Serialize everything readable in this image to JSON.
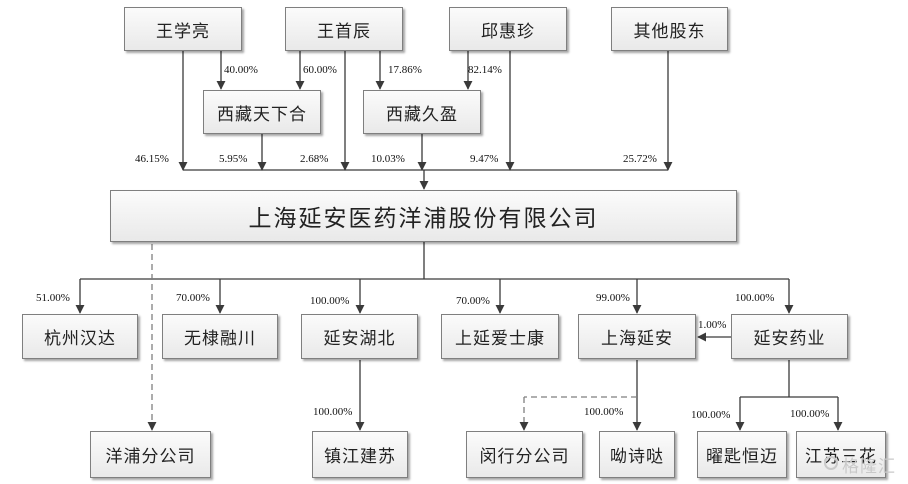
{
  "entities": {
    "wang_xueliang": "王学亮",
    "wang_shouchen": "王首辰",
    "qiu_huizhen": "邱惠珍",
    "other_holders": "其他股东",
    "xizang_tianxiahe": "西藏天下合",
    "xizang_jiuying": "西藏久盈",
    "main_company": "上海延安医药洋浦股份有限公司",
    "hangzhou_handa": "杭州汉达",
    "wudi_rongchuan": "无棣融川",
    "yanan_hubei": "延安湖北",
    "shangyan_aishikang": "上延爱士康",
    "shanghai_yanan": "上海延安",
    "yanan_yaoye": "延安药业",
    "yangpu_branch": "洋浦分公司",
    "zhenjiang_jiansu": "镇江建苏",
    "minhang_branch": "闵行分公司",
    "youshida": "呦诗哒",
    "yaoshi_hengmai": "曜匙恒迈",
    "jiangsu_sanhua": "江苏三花"
  },
  "percentages": {
    "wang_xueliang_to_main": "46.15%",
    "wang_xueliang_to_tianxiahe": "40.00%",
    "wang_shouchen_to_tianxiahe": "60.00%",
    "wang_shouchen_to_jiuying": "17.86%",
    "qiu_huizhen_to_jiuying": "82.14%",
    "tianxiahe_to_main": "5.95%",
    "wang_shouchen_to_main": "2.68%",
    "jiuying_to_main": "10.03%",
    "qiu_huizhen_to_main": "9.47%",
    "other_to_main": "25.72%",
    "main_to_handa": "51.00%",
    "main_to_rongchuan": "70.00%",
    "main_to_hubei": "100.00%",
    "main_to_aishikang": "70.00%",
    "main_to_shanghai_yanan": "99.00%",
    "main_to_yaoye": "100.00%",
    "yaoye_to_shanghai_yanan": "1.00%",
    "hubei_to_zhenjiang": "100.00%",
    "shanghai_yanan_to_youshida": "100.00%",
    "yaoye_to_hengmai": "100.00%",
    "yaoye_to_sanhua": "100.00%"
  },
  "watermark": "格隆汇",
  "colors": {
    "line": "#3a3a3a",
    "box_border": "#7f7f7f",
    "dash": "#7f7f7f"
  }
}
